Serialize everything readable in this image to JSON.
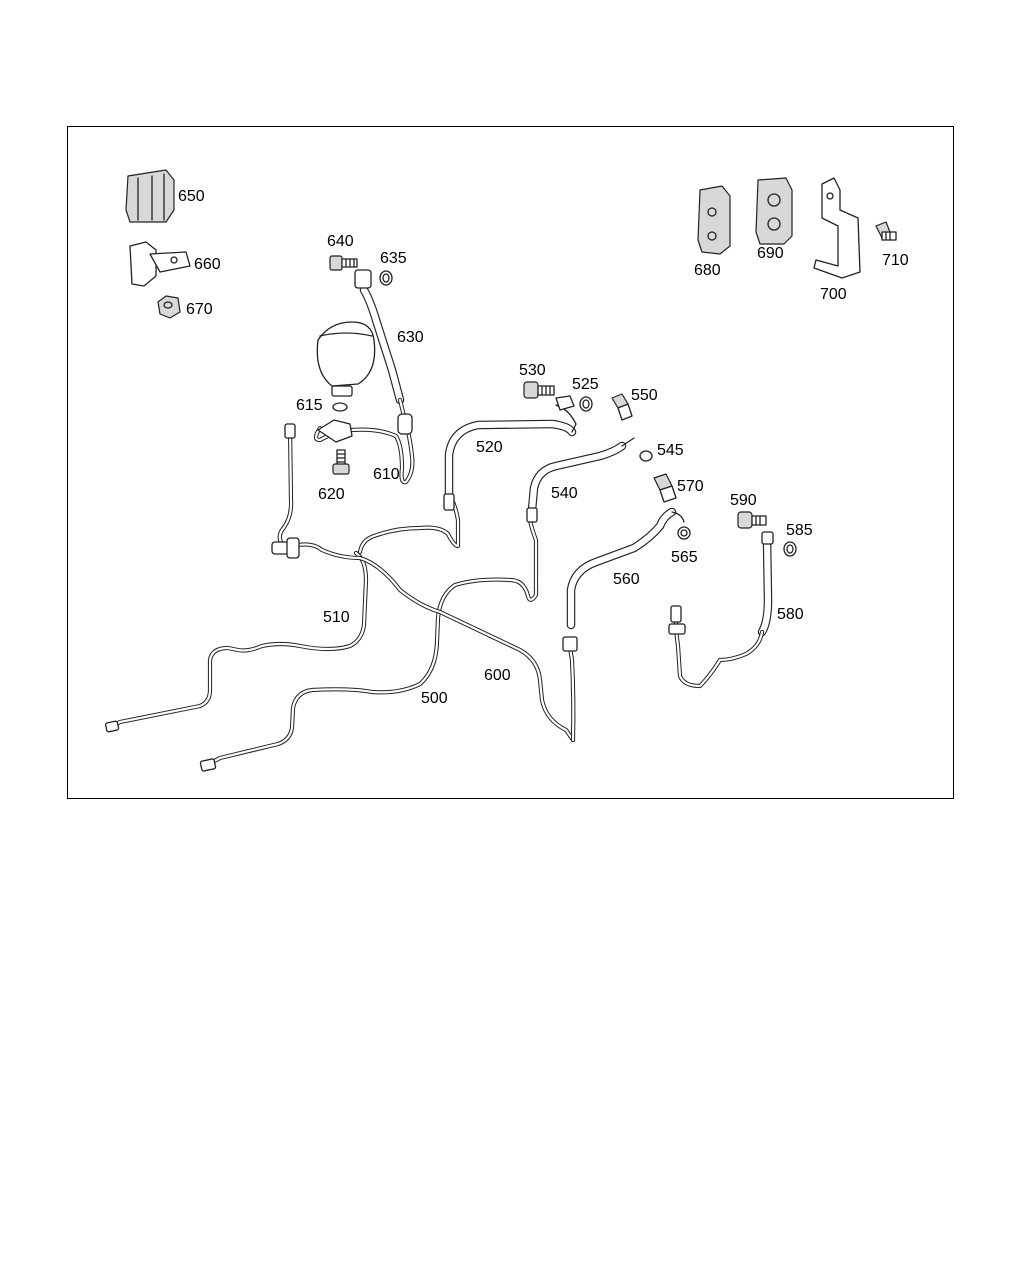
{
  "labels": {
    "p500": "500",
    "p510": "510",
    "p520": "520",
    "p525": "525",
    "p530": "530",
    "p540": "540",
    "p545": "545",
    "p550": "550",
    "p560": "560",
    "p565": "565",
    "p570": "570",
    "p580": "580",
    "p585": "585",
    "p590": "590",
    "p600": "600",
    "p610": "610",
    "p615": "615",
    "p620": "620",
    "p630": "630",
    "p635": "635",
    "p640": "640",
    "p650": "650",
    "p660": "660",
    "p670": "670",
    "p680": "680",
    "p690": "690",
    "p700": "700",
    "p710": "710"
  }
}
